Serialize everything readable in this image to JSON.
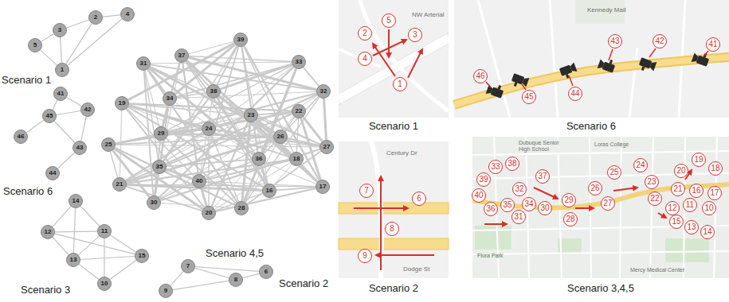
{
  "diagram": {
    "nodes": [
      {
        "text": [
          "1"
        ]
      },
      {
        "text": [
          "2"
        ]
      },
      {
        "text": [
          "3"
        ]
      },
      {
        "text": [
          "4"
        ]
      },
      {
        "text": [
          "5"
        ]
      },
      {
        "text": [
          "6"
        ]
      },
      {
        "text": [
          "7"
        ]
      },
      {
        "text": [
          "8"
        ]
      },
      {
        "text": [
          "9"
        ]
      },
      {
        "text": [
          "10"
        ]
      },
      {
        "text": [
          "11"
        ]
      },
      {
        "text": [
          "12"
        ]
      },
      {
        "text": [
          "13"
        ]
      },
      {
        "text": [
          "14"
        ]
      },
      {
        "text": [
          "15"
        ]
      },
      {
        "text": [
          "16"
        ]
      },
      {
        "text": [
          "17"
        ]
      },
      {
        "text": [
          "18"
        ]
      },
      {
        "text": [
          "19"
        ]
      },
      {
        "text": [
          "20"
        ]
      },
      {
        "text": [
          "21"
        ]
      },
      {
        "text": [
          "22"
        ]
      },
      {
        "text": [
          "23"
        ]
      },
      {
        "text": [
          "24"
        ]
      },
      {
        "text": [
          "25"
        ]
      },
      {
        "text": [
          "26"
        ]
      },
      {
        "text": [
          "27"
        ]
      },
      {
        "text": [
          "28"
        ]
      },
      {
        "text": [
          "29"
        ]
      },
      {
        "text": [
          "30"
        ]
      },
      {
        "text": [
          "31"
        ]
      },
      {
        "text": [
          "32"
        ]
      },
      {
        "text": [
          "33"
        ]
      },
      {
        "text": [
          "34"
        ]
      },
      {
        "text": [
          "35"
        ]
      },
      {
        "text": [
          "36"
        ]
      },
      {
        "text": [
          "37"
        ]
      },
      {
        "text": [
          "38"
        ]
      },
      {
        "text": [
          "39"
        ]
      },
      {
        "text": [
          "40"
        ]
      },
      {
        "text": [
          "41"
        ]
      },
      {
        "text": [
          "42"
        ]
      },
      {
        "text": [
          "43"
        ]
      },
      {
        "text": [
          "44"
        ]
      },
      {
        "text": [
          "45"
        ]
      },
      {
        "text": [
          "46"
        ]
      },
      {
        "text": [
          "1"
        ]
      },
      {
        "text": [
          "2"
        ]
      },
      {
        "text": [
          "3"
        ]
      },
      {
        "text": [
          "4"
        ]
      },
      {
        "text": [
          "5"
        ]
      },
      {
        "text": [
          "6"
        ]
      },
      {
        "text": [
          "7"
        ]
      },
      {
        "text": [
          "8"
        ]
      },
      {
        "text": [
          "9"
        ]
      },
      {
        "text": [
          "10"
        ]
      },
      {
        "text": [
          "11"
        ]
      },
      {
        "text": [
          "12"
        ]
      },
      {
        "text": [
          "13"
        ]
      },
      {
        "text": [
          "14"
        ]
      },
      {
        "text": [
          "15"
        ]
      },
      {
        "text": [
          "16"
        ]
      },
      {
        "text": [
          "17"
        ]
      },
      {
        "text": [
          "18"
        ]
      },
      {
        "text": [
          "19"
        ]
      },
      {
        "text": [
          "20"
        ]
      },
      {
        "text": [
          "21"
        ]
      },
      {
        "text": [
          "22"
        ]
      },
      {
        "text": [
          "23"
        ]
      },
      {
        "text": [
          "24"
        ]
      },
      {
        "text": [
          "25"
        ]
      },
      {
        "text": [
          "26"
        ]
      },
      {
        "text": [
          "27"
        ]
      },
      {
        "text": [
          "28"
        ]
      },
      {
        "text": [
          "29"
        ]
      },
      {
        "text": [
          "30"
        ]
      },
      {
        "text": [
          "31"
        ]
      },
      {
        "text": [
          "32"
        ]
      },
      {
        "text": [
          "33"
        ]
      },
      {
        "text": [
          "34"
        ]
      },
      {
        "text": [
          "35"
        ]
      },
      {
        "text": [
          "36"
        ]
      },
      {
        "text": [
          "37"
        ]
      },
      {
        "text": [
          "38"
        ]
      },
      {
        "text": [
          "39"
        ]
      },
      {
        "text": [
          "40"
        ]
      },
      {
        "text": [
          "41"
        ]
      },
      {
        "text": [
          "42"
        ]
      },
      {
        "text": [
          "43"
        ]
      },
      {
        "text": [
          "44"
        ]
      },
      {
        "text": [
          "45"
        ]
      },
      {
        "text": [
          "46"
        ]
      }
    ],
    "edges": [
      {
        "from": 4,
        "to": 2,
        "arrow": "none"
      },
      {
        "from": 2,
        "to": 1,
        "arrow": "none"
      },
      {
        "from": 1,
        "to": 3,
        "arrow": "none"
      },
      {
        "from": 0,
        "to": 4,
        "arrow": "none"
      },
      {
        "from": 0,
        "to": 2,
        "arrow": "none"
      },
      {
        "from": 0,
        "to": 1,
        "arrow": "none"
      },
      {
        "from": 0,
        "to": 3,
        "arrow": "none"
      },
      {
        "from": 5,
        "to": 6,
        "arrow": "none"
      },
      {
        "from": 5,
        "to": 7,
        "arrow": "none"
      },
      {
        "from": 6,
        "to": 7,
        "arrow": "none"
      },
      {
        "from": 6,
        "to": 8,
        "arrow": "none"
      },
      {
        "from": 7,
        "to": 8,
        "arrow": "none"
      },
      {
        "from": 13,
        "to": 11,
        "arrow": "none"
      },
      {
        "from": 13,
        "to": 10,
        "arrow": "none"
      },
      {
        "from": 13,
        "to": 12,
        "arrow": "none"
      },
      {
        "from": 11,
        "to": 10,
        "arrow": "none"
      },
      {
        "from": 11,
        "to": 12,
        "arrow": "none"
      },
      {
        "from": 11,
        "to": 14,
        "arrow": "none"
      },
      {
        "from": 10,
        "to": 14,
        "arrow": "none"
      },
      {
        "from": 10,
        "to": 12,
        "arrow": "none"
      },
      {
        "from": 10,
        "to": 9,
        "arrow": "none"
      },
      {
        "from": 12,
        "to": 9,
        "arrow": "none"
      },
      {
        "from": 12,
        "to": 14,
        "arrow": "none"
      },
      {
        "from": 14,
        "to": 9,
        "arrow": "none"
      },
      {
        "from": 15,
        "to": 16,
        "arrow": "none"
      },
      {
        "from": 15,
        "to": 17,
        "arrow": "none"
      },
      {
        "from": 15,
        "to": 18,
        "arrow": "none"
      },
      {
        "from": 15,
        "to": 19,
        "arrow": "none"
      },
      {
        "from": 15,
        "to": 20,
        "arrow": "none"
      },
      {
        "from": 16,
        "to": 17,
        "arrow": "none"
      },
      {
        "from": 16,
        "to": 18,
        "arrow": "none"
      },
      {
        "from": 16,
        "to": 19,
        "arrow": "none"
      },
      {
        "from": 16,
        "to": 20,
        "arrow": "none"
      },
      {
        "from": 16,
        "to": 21,
        "arrow": "none"
      },
      {
        "from": 17,
        "to": 18,
        "arrow": "none"
      },
      {
        "from": 17,
        "to": 19,
        "arrow": "none"
      },
      {
        "from": 17,
        "to": 20,
        "arrow": "none"
      },
      {
        "from": 17,
        "to": 21,
        "arrow": "none"
      },
      {
        "from": 17,
        "to": 22,
        "arrow": "none"
      },
      {
        "from": 18,
        "to": 19,
        "arrow": "none"
      },
      {
        "from": 18,
        "to": 20,
        "arrow": "none"
      },
      {
        "from": 18,
        "to": 21,
        "arrow": "none"
      },
      {
        "from": 18,
        "to": 22,
        "arrow": "none"
      },
      {
        "from": 18,
        "to": 23,
        "arrow": "none"
      },
      {
        "from": 19,
        "to": 20,
        "arrow": "none"
      },
      {
        "from": 19,
        "to": 21,
        "arrow": "none"
      },
      {
        "from": 19,
        "to": 22,
        "arrow": "none"
      },
      {
        "from": 19,
        "to": 23,
        "arrow": "none"
      },
      {
        "from": 19,
        "to": 24,
        "arrow": "none"
      },
      {
        "from": 20,
        "to": 21,
        "arrow": "none"
      },
      {
        "from": 20,
        "to": 22,
        "arrow": "none"
      },
      {
        "from": 20,
        "to": 23,
        "arrow": "none"
      },
      {
        "from": 20,
        "to": 24,
        "arrow": "none"
      },
      {
        "from": 20,
        "to": 25,
        "arrow": "none"
      },
      {
        "from": 21,
        "to": 22,
        "arrow": "none"
      },
      {
        "from": 21,
        "to": 23,
        "arrow": "none"
      },
      {
        "from": 21,
        "to": 24,
        "arrow": "none"
      },
      {
        "from": 21,
        "to": 25,
        "arrow": "none"
      },
      {
        "from": 21,
        "to": 26,
        "arrow": "none"
      },
      {
        "from": 22,
        "to": 23,
        "arrow": "none"
      },
      {
        "from": 22,
        "to": 24,
        "arrow": "none"
      },
      {
        "from": 22,
        "to": 25,
        "arrow": "none"
      },
      {
        "from": 22,
        "to": 26,
        "arrow": "none"
      },
      {
        "from": 22,
        "to": 27,
        "arrow": "none"
      },
      {
        "from": 23,
        "to": 24,
        "arrow": "none"
      },
      {
        "from": 23,
        "to": 25,
        "arrow": "none"
      },
      {
        "from": 23,
        "to": 26,
        "arrow": "none"
      },
      {
        "from": 23,
        "to": 27,
        "arrow": "none"
      },
      {
        "from": 23,
        "to": 28,
        "arrow": "none"
      },
      {
        "from": 24,
        "to": 25,
        "arrow": "none"
      },
      {
        "from": 24,
        "to": 26,
        "arrow": "none"
      },
      {
        "from": 24,
        "to": 27,
        "arrow": "none"
      },
      {
        "from": 24,
        "to": 28,
        "arrow": "none"
      },
      {
        "from": 24,
        "to": 29,
        "arrow": "none"
      },
      {
        "from": 25,
        "to": 26,
        "arrow": "none"
      },
      {
        "from": 25,
        "to": 27,
        "arrow": "none"
      },
      {
        "from": 25,
        "to": 28,
        "arrow": "none"
      },
      {
        "from": 25,
        "to": 29,
        "arrow": "none"
      },
      {
        "from": 25,
        "to": 30,
        "arrow": "none"
      },
      {
        "from": 26,
        "to": 27,
        "arrow": "none"
      },
      {
        "from": 26,
        "to": 28,
        "arrow": "none"
      },
      {
        "from": 26,
        "to": 29,
        "arrow": "none"
      },
      {
        "from": 26,
        "to": 30,
        "arrow": "none"
      },
      {
        "from": 26,
        "to": 31,
        "arrow": "none"
      },
      {
        "from": 27,
        "to": 28,
        "arrow": "none"
      },
      {
        "from": 27,
        "to": 29,
        "arrow": "none"
      },
      {
        "from": 27,
        "to": 30,
        "arrow": "none"
      },
      {
        "from": 27,
        "to": 31,
        "arrow": "none"
      },
      {
        "from": 27,
        "to": 32,
        "arrow": "none"
      },
      {
        "from": 28,
        "to": 29,
        "arrow": "none"
      },
      {
        "from": 28,
        "to": 30,
        "arrow": "none"
      },
      {
        "from": 28,
        "to": 31,
        "arrow": "none"
      },
      {
        "from": 28,
        "to": 32,
        "arrow": "none"
      },
      {
        "from": 28,
        "to": 33,
        "arrow": "none"
      },
      {
        "from": 29,
        "to": 30,
        "arrow": "none"
      },
      {
        "from": 29,
        "to": 31,
        "arrow": "none"
      },
      {
        "from": 29,
        "to": 32,
        "arrow": "none"
      },
      {
        "from": 29,
        "to": 33,
        "arrow": "none"
      },
      {
        "from": 29,
        "to": 34,
        "arrow": "none"
      },
      {
        "from": 30,
        "to": 31,
        "arrow": "none"
      },
      {
        "from": 30,
        "to": 32,
        "arrow": "none"
      },
      {
        "from": 30,
        "to": 33,
        "arrow": "none"
      },
      {
        "from": 30,
        "to": 34,
        "arrow": "none"
      },
      {
        "from": 30,
        "to": 35,
        "arrow": "none"
      },
      {
        "from": 31,
        "to": 32,
        "arrow": "none"
      },
      {
        "from": 31,
        "to": 33,
        "arrow": "none"
      },
      {
        "from": 31,
        "to": 34,
        "arrow": "none"
      },
      {
        "from": 31,
        "to": 35,
        "arrow": "none"
      },
      {
        "from": 31,
        "to": 36,
        "arrow": "none"
      },
      {
        "from": 32,
        "to": 33,
        "arrow": "none"
      },
      {
        "from": 32,
        "to": 34,
        "arrow": "none"
      },
      {
        "from": 32,
        "to": 35,
        "arrow": "none"
      },
      {
        "from": 32,
        "to": 36,
        "arrow": "none"
      },
      {
        "from": 32,
        "to": 37,
        "arrow": "none"
      },
      {
        "from": 33,
        "to": 34,
        "arrow": "none"
      },
      {
        "from": 33,
        "to": 35,
        "arrow": "none"
      },
      {
        "from": 33,
        "to": 36,
        "arrow": "none"
      },
      {
        "from": 33,
        "to": 37,
        "arrow": "none"
      },
      {
        "from": 33,
        "to": 38,
        "arrow": "none"
      },
      {
        "from": 34,
        "to": 35,
        "arrow": "none"
      },
      {
        "from": 34,
        "to": 36,
        "arrow": "none"
      },
      {
        "from": 34,
        "to": 37,
        "arrow": "none"
      },
      {
        "from": 34,
        "to": 38,
        "arrow": "none"
      },
      {
        "from": 34,
        "to": 39,
        "arrow": "none"
      },
      {
        "from": 35,
        "to": 36,
        "arrow": "none"
      },
      {
        "from": 35,
        "to": 37,
        "arrow": "none"
      },
      {
        "from": 35,
        "to": 38,
        "arrow": "none"
      },
      {
        "from": 35,
        "to": 39,
        "arrow": "none"
      },
      {
        "from": 35,
        "to": 15,
        "arrow": "none"
      },
      {
        "from": 36,
        "to": 37,
        "arrow": "none"
      },
      {
        "from": 36,
        "to": 38,
        "arrow": "none"
      },
      {
        "from": 36,
        "to": 39,
        "arrow": "none"
      },
      {
        "from": 36,
        "to": 15,
        "arrow": "none"
      },
      {
        "from": 36,
        "to": 16,
        "arrow": "none"
      },
      {
        "from": 37,
        "to": 38,
        "arrow": "none"
      },
      {
        "from": 37,
        "to": 39,
        "arrow": "none"
      },
      {
        "from": 37,
        "to": 15,
        "arrow": "none"
      },
      {
        "from": 37,
        "to": 16,
        "arrow": "none"
      },
      {
        "from": 37,
        "to": 17,
        "arrow": "none"
      },
      {
        "from": 38,
        "to": 39,
        "arrow": "none"
      },
      {
        "from": 38,
        "to": 15,
        "arrow": "none"
      },
      {
        "from": 38,
        "to": 16,
        "arrow": "none"
      },
      {
        "from": 38,
        "to": 17,
        "arrow": "none"
      },
      {
        "from": 38,
        "to": 18,
        "arrow": "none"
      },
      {
        "from": 39,
        "to": 15,
        "arrow": "none"
      },
      {
        "from": 39,
        "to": 16,
        "arrow": "none"
      },
      {
        "from": 39,
        "to": 17,
        "arrow": "none"
      },
      {
        "from": 39,
        "to": 18,
        "arrow": "none"
      },
      {
        "from": 39,
        "to": 19,
        "arrow": "none"
      },
      {
        "from": 40,
        "to": 41,
        "arrow": "none"
      },
      {
        "from": 40,
        "to": 44,
        "arrow": "none"
      },
      {
        "from": 44,
        "to": 45,
        "arrow": "none"
      },
      {
        "from": 44,
        "to": 42,
        "arrow": "none"
      },
      {
        "from": 41,
        "to": 42,
        "arrow": "none"
      },
      {
        "from": 42,
        "to": 43,
        "arrow": "none"
      },
      {
        "from": 41,
        "to": 44,
        "arrow": "none"
      }
    ],
    "labels": [
      "Scenario 1",
      "Scenario 6",
      "Scenario 3",
      "Scenario 4,5",
      "Scenario 2",
      "Scenario 1",
      "Scenario 6",
      "Scenario 2",
      "Scenario 3,4,5",
      "NW Arterial",
      "Dodge St",
      "Century Dr",
      "Kennedy Mall",
      "Flora Park",
      "Loras College",
      "Mercy Medical Center",
      "Dubuque Senior High School"
    ]
  }
}
